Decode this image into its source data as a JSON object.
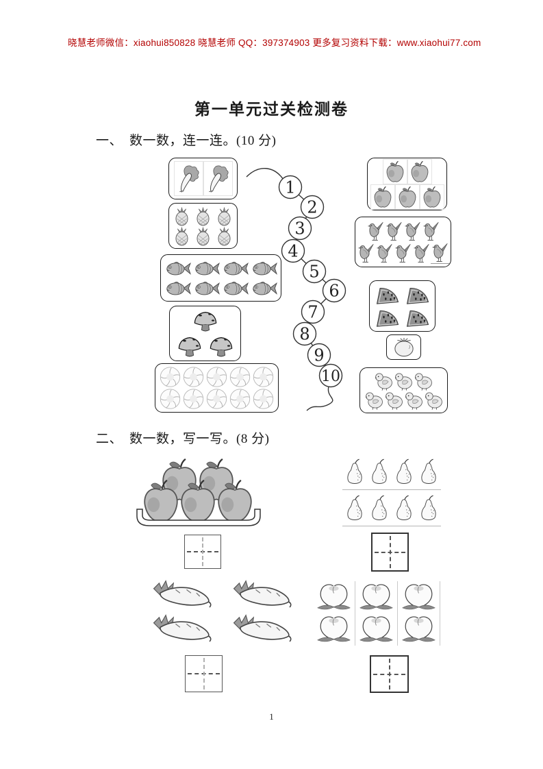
{
  "page": {
    "header": "晓慧老师微信：xiaohui850828  晓慧老师 QQ：397374903  更多复习资料下载：www.xiaohui77.com",
    "header_color": "#b30000",
    "title": "第一单元过关检测卷",
    "page_number": "1"
  },
  "section1": {
    "heading": "一、　数一数，连一连。(10 分)",
    "numbers": [
      "1",
      "2",
      "3",
      "4",
      "5",
      "6",
      "7",
      "8",
      "9",
      "10"
    ],
    "left_boxes": [
      {
        "item": "cabbage",
        "count": 2,
        "rows": [
          2
        ]
      },
      {
        "item": "pineapple",
        "count": 6,
        "rows": [
          3,
          3
        ]
      },
      {
        "item": "fish",
        "count": 8,
        "rows": [
          4,
          4
        ]
      },
      {
        "item": "mushroom",
        "count": 3,
        "rows": [
          1,
          2
        ]
      },
      {
        "item": "flower",
        "count": 10,
        "rows": [
          5,
          5
        ]
      }
    ],
    "right_boxes": [
      {
        "item": "apple",
        "count": 5,
        "rows": [
          2,
          3
        ]
      },
      {
        "item": "bird",
        "count": 9,
        "rows": [
          4,
          5
        ]
      },
      {
        "item": "watermelon",
        "count": 4,
        "rows": [
          2,
          2
        ]
      },
      {
        "item": "tomato",
        "count": 1,
        "rows": [
          1
        ]
      },
      {
        "item": "chick",
        "count": 7,
        "rows": [
          3,
          4
        ]
      }
    ]
  },
  "section2": {
    "heading": "二、　数一数，写一写。(8 分)",
    "groups": [
      {
        "item": "apple",
        "count": 5,
        "rows": [
          2,
          3
        ],
        "on_plate": true
      },
      {
        "item": "pear",
        "count": 8,
        "rows": [
          4,
          4
        ]
      },
      {
        "item": "radish",
        "count": 4,
        "rows": [
          2,
          2
        ]
      },
      {
        "item": "peach",
        "count": 6,
        "rows": [
          3,
          3
        ]
      }
    ]
  }
}
